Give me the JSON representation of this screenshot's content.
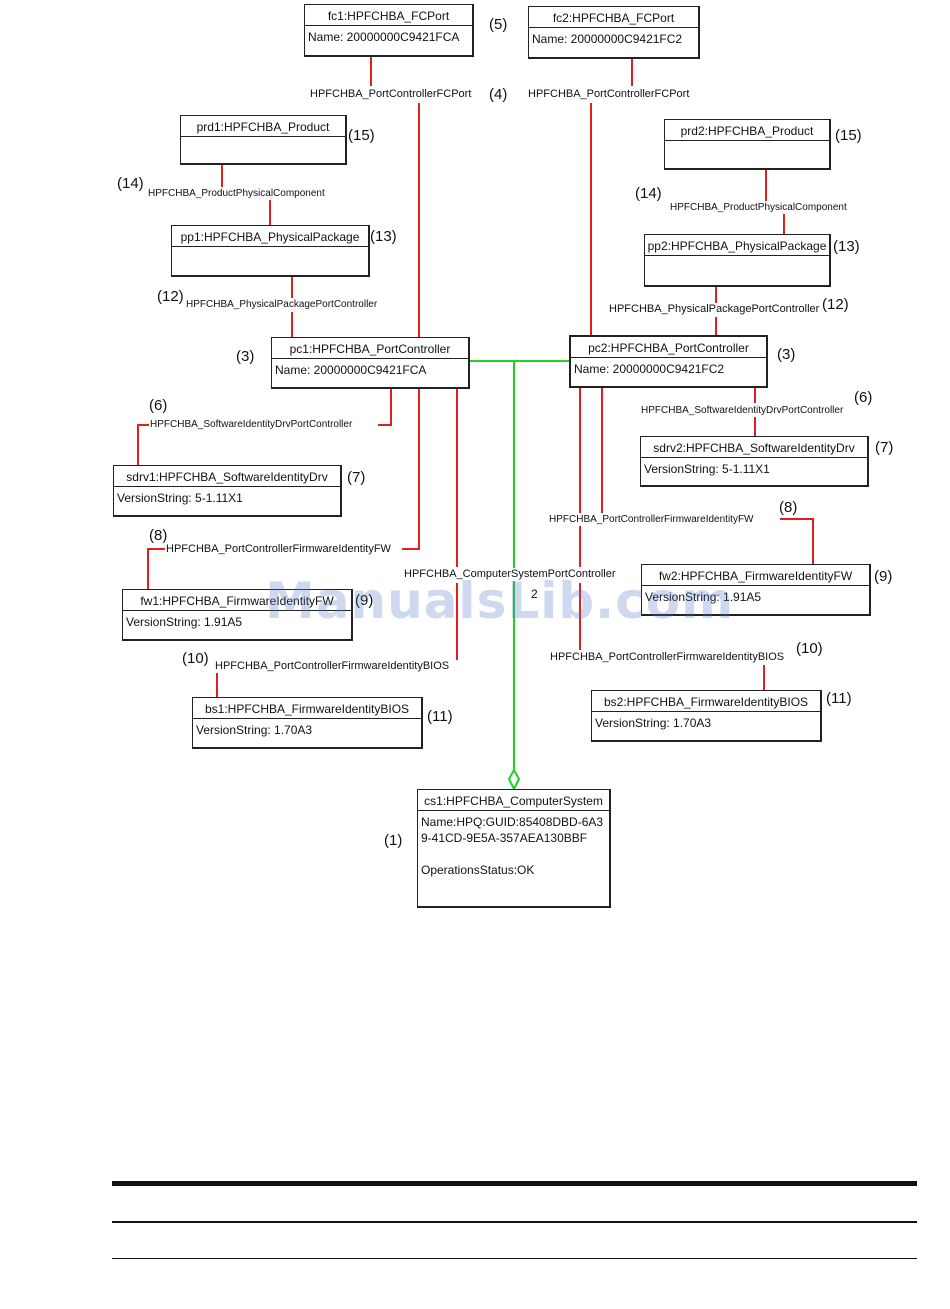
{
  "colors": {
    "association": "#e02020",
    "aggregation": "#1fd31f",
    "box_border": "#222222"
  },
  "boxes": {
    "fc1": {
      "title": "fc1:HPFCHBA_FCPort",
      "attrs": [
        "Name: 20000000C9421FCA"
      ]
    },
    "fc2": {
      "title": "fc2:HPFCHBA_FCPort",
      "attrs": [
        "Name: 20000000C9421FC2"
      ]
    },
    "prd1": {
      "title": "prd1:HPFCHBA_Product",
      "attrs": [
        ""
      ]
    },
    "prd2": {
      "title": "prd2:HPFCHBA_Product",
      "attrs": [
        ""
      ]
    },
    "pp1": {
      "title": "pp1:HPFCHBA_PhysicalPackage",
      "attrs": [
        ""
      ]
    },
    "pp2": {
      "title": "pp2:HPFCHBA_PhysicalPackage",
      "attrs": [
        ""
      ]
    },
    "pc1": {
      "title": "pc1:HPFCHBA_PortController",
      "attrs": [
        "Name: 20000000C9421FCA"
      ]
    },
    "pc2": {
      "title": "pc2:HPFCHBA_PortController",
      "attrs": [
        "Name: 20000000C9421FC2"
      ]
    },
    "sdrv1": {
      "title": "sdrv1:HPFCHBA_SoftwareIdentityDrv",
      "attrs": [
        "VersionString: 5-1.11X1"
      ]
    },
    "sdrv2": {
      "title": "sdrv2:HPFCHBA_SoftwareIdentityDrv",
      "attrs": [
        "VersionString: 5-1.11X1"
      ]
    },
    "fw1": {
      "title": "fw1:HPFCHBA_FirmwareIdentityFW",
      "attrs": [
        "VersionString: 1.91A5"
      ]
    },
    "fw2": {
      "title": "fw2:HPFCHBA_FirmwareIdentityFW",
      "attrs": [
        "VersionString: 1.91A5"
      ]
    },
    "bs1": {
      "title": "bs1:HPFCHBA_FirmwareIdentityBIOS",
      "attrs": [
        "VersionString: 1.70A3"
      ]
    },
    "bs2": {
      "title": "bs2:HPFCHBA_FirmwareIdentityBIOS",
      "attrs": [
        "VersionString: 1.70A3"
      ]
    },
    "cs1": {
      "title": "cs1:HPFCHBA_ComputerSystem",
      "attrs": [
        "Name:HPQ:GUID:85408DBD-6A39-41CD-9E5A-357AEA130BBF",
        "OperationsStatus:OK"
      ]
    }
  },
  "associations": {
    "fcport1": "HPFCHBA_PortControllerFCPort",
    "fcport2": "HPFCHBA_PortControllerFCPort",
    "prodphys1": "HPFCHBA_ProductPhysicalComponent",
    "prodphys2": "HPFCHBA_ProductPhysicalComponent",
    "pkgpc1": "HPFCHBA_PhysicalPackagePortController",
    "pkgpc2": "HPFCHBA_PhysicalPackagePortController",
    "swdrv1": "HPFCHBA_SoftwareIdentityDrvPortController",
    "swdrv2": "HPFCHBA_SoftwareIdentityDrvPortController",
    "pcfw1": "HPFCHBA_PortControllerFirmwareIdentityFW",
    "pcfw2": "HPFCHBA_PortControllerFirmwareIdentityFW",
    "cspc": "HPFCHBA_ComputerSystemPortController",
    "multiplicity": "2",
    "pcbios1": "HPFCHBA_PortControllerFirmwareIdentityBIOS",
    "pcbios2": "HPFCHBA_PortControllerFirmwareIdentityBIOS"
  },
  "numbers": {
    "n1": "(1)",
    "n3a": "(3)",
    "n3b": "(3)",
    "n4": "(4)",
    "n5": "(5)",
    "n6a": "(6)",
    "n6b": "(6)",
    "n7a": "(7)",
    "n7b": "(7)",
    "n8a": "(8)",
    "n8b": "(8)",
    "n9a": "(9)",
    "n9b": "(9)",
    "n10a": "(10)",
    "n10b": "(10)",
    "n11a": "(11)",
    "n11b": "(11)",
    "n12a": "(12)",
    "n12b": "(12)",
    "n13a": "(13)",
    "n13b": "(13)",
    "n14a": "(14)",
    "n14b": "(14)",
    "n15a": "(15)",
    "n15b": "(15)"
  },
  "watermark": "ManualsLib.com"
}
